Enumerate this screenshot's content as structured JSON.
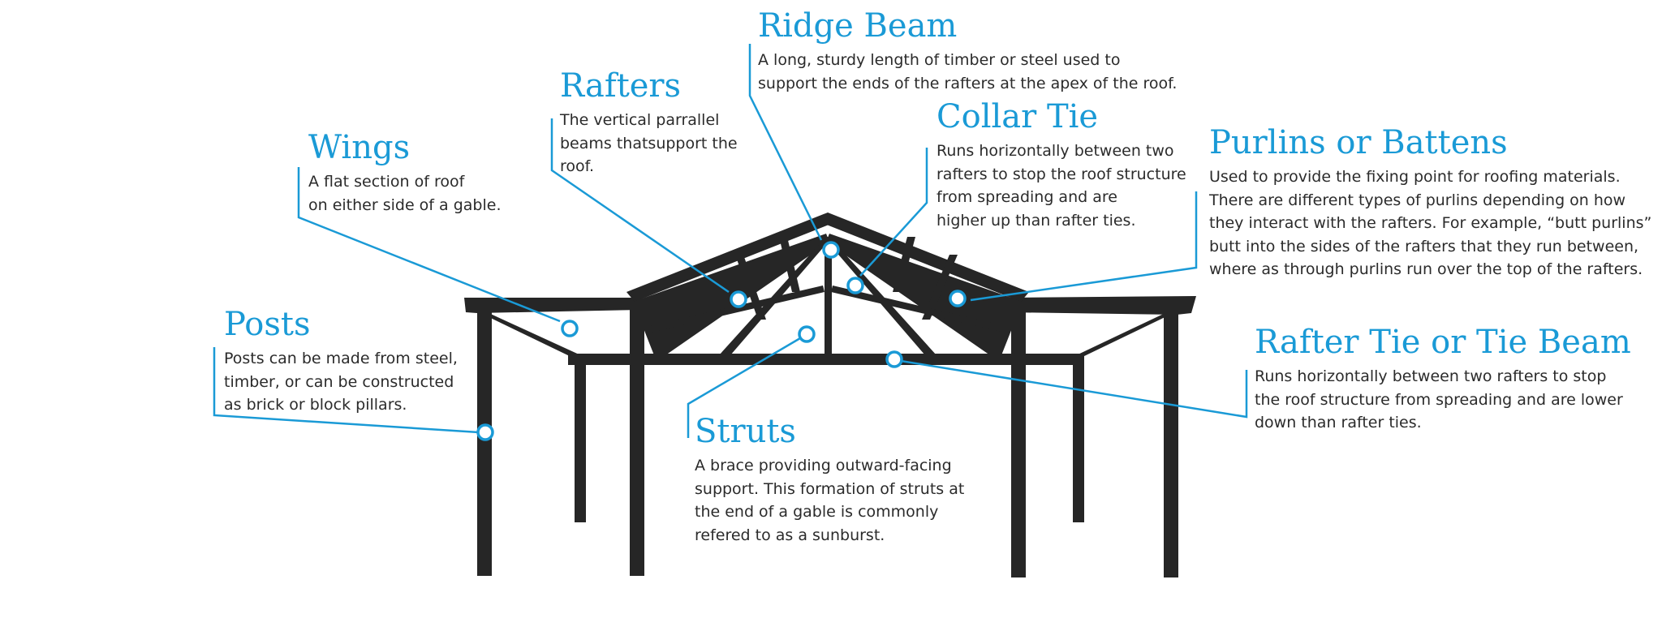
{
  "colors": {
    "accent": "#1a9ad6",
    "structure": "#262626",
    "text": "#2b2b2b"
  },
  "labels": {
    "ridge_beam": {
      "title": "Ridge Beam",
      "desc": [
        "A long, sturdy length of timber or steel used to",
        "support the ends of the rafters at the apex of the roof."
      ]
    },
    "rafters": {
      "title": "Rafters",
      "desc": [
        "The vertical parrallel",
        "beams thatsupport the",
        "roof."
      ]
    },
    "collar_tie": {
      "title": "Collar Tie",
      "desc": [
        "Runs horizontally between two",
        "rafters to stop the roof structure",
        "from spreading and are",
        "higher up than rafter ties."
      ]
    },
    "wings": {
      "title": "Wings",
      "desc": [
        "A flat section of roof",
        "on either side of a gable."
      ]
    },
    "purlins": {
      "title": "Purlins or Battens",
      "desc": [
        "Used to provide the fixing point for roofing materials.",
        "There are different types of purlins depending on how",
        "they interact with the rafters. For example, “butt purlins”",
        "butt into the sides of the rafters that they run between,",
        "where as through purlins run over the top of the rafters."
      ]
    },
    "posts": {
      "title": "Posts",
      "desc": [
        "Posts can be made from steel,",
        "timber, or can be constructed",
        "as brick or block pillars."
      ]
    },
    "rafter_tie": {
      "title": "Rafter Tie or Tie Beam",
      "desc": [
        "Runs horizontally between two rafters to stop",
        "the roof structure from spreading and are lower",
        "down than rafter ties."
      ]
    },
    "struts": {
      "title": "Struts",
      "desc": [
        "A brace providing outward-facing",
        "support. This formation of struts at",
        "the end of a gable is commonly",
        "refered to as a sunburst."
      ]
    }
  }
}
